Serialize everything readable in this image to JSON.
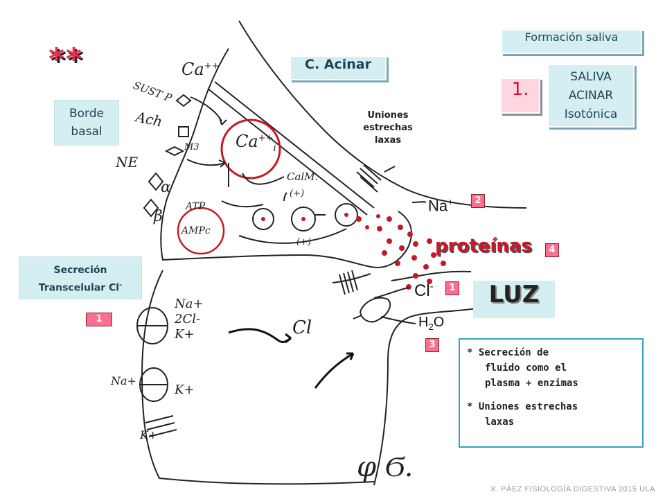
{
  "stars": "**",
  "labels": {
    "c_acinar": "C. Acinar",
    "formacion_saliva": "Formación saliva",
    "saliva_line1": "SALIVA",
    "saliva_line2": "ACINAR",
    "saliva_line3": "Isotónica",
    "one_big": "1.",
    "borde_line1": "Borde",
    "borde_line2": "basal",
    "uniones_line1": "Uniones",
    "uniones_line2": "estrechas",
    "uniones_line3": "laxas",
    "na": "Na",
    "na_sup": "+",
    "proteinas": "proteínas",
    "cl": "Cl",
    "cl_sup": "-",
    "h2o_h": "H",
    "h2o_sub": "2",
    "h2o_o": "O",
    "luz": "LUZ",
    "secrecion_line1": "Secreción",
    "secrecion_line2": "Transcelular Cl",
    "secrecion_sup": "-",
    "note1_line1": "* Secreción de",
    "note1_line2": "fluido como el",
    "note1_line3": "plasma + enzimas",
    "note2_line1": "* Uniones estrechas",
    "note2_line2": "laxas",
    "footer": "X. PÁEZ   FISIOLOGÍA DIGESTIVA 2015 ULA"
  },
  "badges": {
    "na": "2",
    "proteinas": "4",
    "cl": "1",
    "h2o": "3",
    "left": "1"
  },
  "handwriting": {
    "ca": "Ca",
    "ca_sup": "++",
    "sust_p": "SUST P",
    "ach": "Ach",
    "ne": "NE",
    "m3": "M3",
    "alpha": "α",
    "beta": "β",
    "atp": "ATP",
    "ampc": "AMPc",
    "cai": "Ca",
    "cai_sup": "++",
    "cai_sub": "i",
    "calm": "CalM.",
    "plus1": "(+)",
    "plus2": "(+)",
    "na_k_2cl_1": "Na+",
    "na_k_2cl_2": "2Cl-",
    "na_k_2cl_3": "K+",
    "cl_cell": "Cl",
    "na_pump": "Na+",
    "k_pump": "K+",
    "k_channel": "K+",
    "signature": "φ Ϭ."
  },
  "colors": {
    "pink": "#ff6e8e",
    "cyan": "#d4eef2",
    "red": "#cc1020",
    "star": "#e8304a"
  }
}
